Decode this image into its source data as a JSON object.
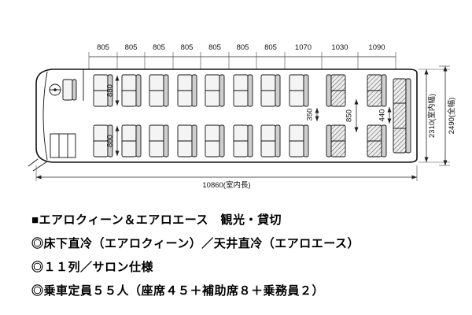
{
  "diagram": {
    "seat_pitch_dims": [
      "805",
      "805",
      "805",
      "805",
      "805",
      "805",
      "805",
      "1070",
      "1030",
      "1090"
    ],
    "seat_width_dim_top": "880",
    "seat_width_dim_bottom": "880",
    "salon_dim_350": "350",
    "salon_dim_850": "850",
    "salon_dim_440": "440",
    "interior_width_dim": "2310(室内幅)",
    "overall_width_dim": "2490(全幅)",
    "interior_length_dim": "10860(室内長)"
  },
  "specs": {
    "title": "■エアロクィーン＆エアロエース　観光・貸切",
    "line_cooling": "◎床下直冷（エアロクィーン）／天井直冷（エアロエース）",
    "line_rows": "◎１１列／サロン仕様",
    "line_capacity": "◎乗車定員５５人（座席４５＋補助席８＋乗務員２）"
  }
}
